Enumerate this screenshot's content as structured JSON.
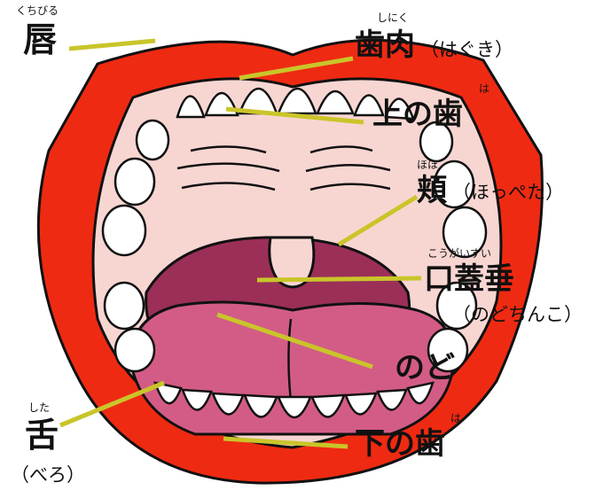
{
  "colors": {
    "lips": "#ef2a12",
    "cavity_dark": "#9b2f58",
    "palate": "#f7d6d2",
    "tongue": "#d35c86",
    "arrow": "#c9c52a",
    "outline": "#111111"
  },
  "labels": {
    "lips": {
      "text": "唇",
      "ruby": "くちびる"
    },
    "gums": {
      "text": "歯肉",
      "ruby": "しにく",
      "note": "（はぐき）"
    },
    "upper_teeth": {
      "text": "上の歯",
      "ruby": "は"
    },
    "cheek": {
      "text": "頬",
      "ruby": "ほほ",
      "note": "（ほっぺた）"
    },
    "uvula": {
      "text": "口蓋垂",
      "ruby": "こうがいすい",
      "note": "（のどちんこ）"
    },
    "throat": {
      "text": "のど"
    },
    "tongue": {
      "text": "舌",
      "ruby": "した",
      "note": "（べろ）"
    },
    "lower_teeth": {
      "text": "下の歯",
      "ruby": "は"
    }
  }
}
